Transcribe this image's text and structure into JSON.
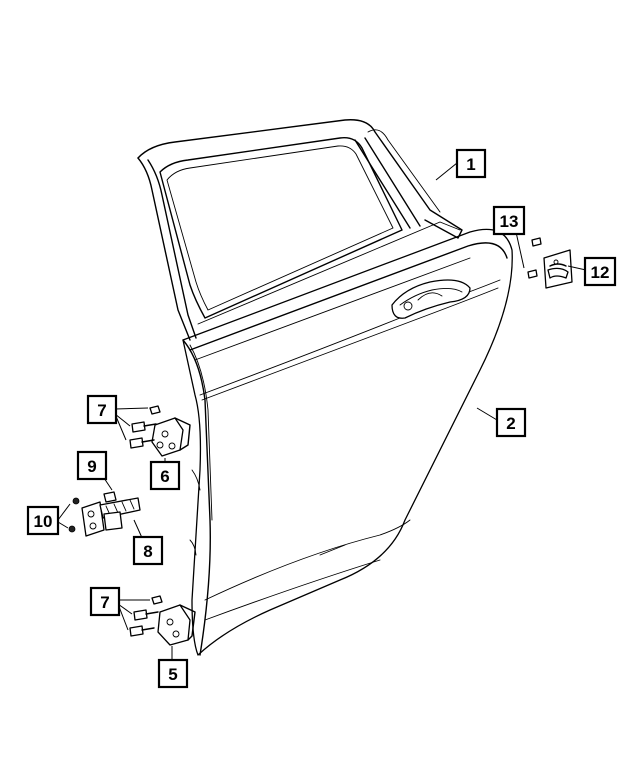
{
  "callouts": [
    {
      "id": "1",
      "label": "1"
    },
    {
      "id": "2",
      "label": "2"
    },
    {
      "id": "5",
      "label": "5"
    },
    {
      "id": "6",
      "label": "6"
    },
    {
      "id": "7a",
      "label": "7"
    },
    {
      "id": "7b",
      "label": "7"
    },
    {
      "id": "8",
      "label": "8"
    },
    {
      "id": "9",
      "label": "9"
    },
    {
      "id": "10",
      "label": "10"
    },
    {
      "id": "12",
      "label": "12"
    },
    {
      "id": "13",
      "label": "13"
    }
  ],
  "colors": {
    "line": "#000000",
    "background": "#ffffff"
  }
}
